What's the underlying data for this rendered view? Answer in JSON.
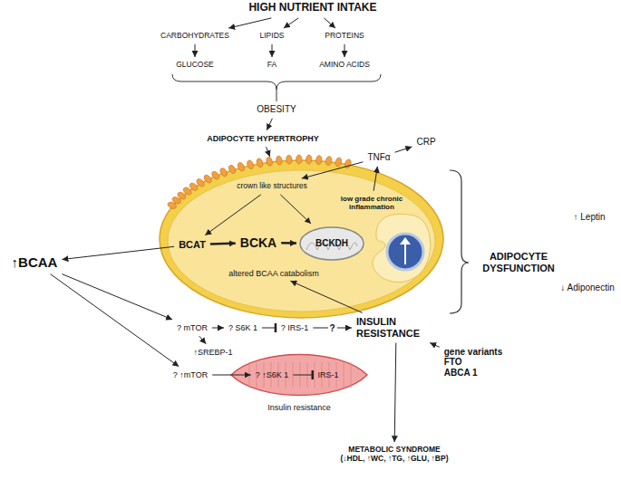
{
  "diagram": {
    "nodes": [
      {
        "text": [
          "HIGH NUTRIENT INTAKE"
        ]
      },
      {
        "text": [
          "CARBOHYDRATES"
        ]
      },
      {
        "text": [
          "LIPIDS"
        ]
      },
      {
        "text": [
          "PROTEINS"
        ]
      },
      {
        "text": [
          "GLUCOSE"
        ]
      },
      {
        "text": [
          "FA"
        ]
      },
      {
        "text": [
          "AMINO ACIDS"
        ]
      },
      {
        "text": [
          "OBESITY"
        ]
      },
      {
        "text": [
          "ADIPOCYTE HYPERTROPHY"
        ]
      },
      {
        "text": [
          "altered BCAA catabolism"
        ]
      },
      {
        "text": [
          "crown like structures"
        ],
        "in": 9
      },
      {
        "text": [
          "BCAT"
        ],
        "in": 9
      },
      {
        "text": [
          "BCKA"
        ],
        "in": 9
      },
      {
        "text": [
          "BCKDH"
        ],
        "in": 9
      },
      {
        "text": [
          "low grade chronic inflammation"
        ],
        "in": 9
      },
      {
        "text": [
          "INSULIN RESISTANCE"
        ]
      },
      {
        "text": [
          "? mTOR"
        ]
      },
      {
        "text": [
          "? S6K 1"
        ]
      },
      {
        "text": [
          "? IRS-1"
        ]
      },
      {
        "text": [
          "TNFα"
        ]
      },
      {
        "text": [
          "CRP"
        ]
      },
      {
        "text": [
          "↑BCAA"
        ]
      },
      {
        "text": [
          "↑SREBP-1"
        ]
      },
      {
        "text": [
          "Insulin resistance"
        ]
      },
      {
        "text": [
          "? ↑S6K 1"
        ],
        "in": 23
      },
      {
        "text": [
          "IRS-1"
        ],
        "in": 23
      },
      {
        "text": [
          "? ↑mTOR"
        ]
      },
      {
        "text": [
          "gene variants",
          "FTO",
          "ABCA 1"
        ]
      },
      {
        "text": [
          "METABOLIC SYNDROME",
          "(↓HDL, ↑WC, ↑TG, ↑GLU, ↑BP)"
        ]
      },
      {
        "text": [
          "ADIPOCYTE DYSFUNCTION"
        ]
      }
    ],
    "edges": [
      {
        "from": 0,
        "to": 1,
        "arrow": "to"
      },
      {
        "from": 0,
        "to": 2,
        "arrow": "to"
      },
      {
        "from": 0,
        "to": 3,
        "arrow": "to"
      },
      {
        "from": 1,
        "to": 4,
        "arrow": "to"
      },
      {
        "from": 2,
        "to": 5,
        "arrow": "to"
      },
      {
        "from": 3,
        "to": 6,
        "arrow": "to"
      },
      {
        "from": 7,
        "to": 8,
        "arrow": "to"
      },
      {
        "from": 8,
        "to": 9,
        "arrow": "to"
      },
      {
        "from": 10,
        "to": 11,
        "arrow": "to"
      },
      {
        "from": 10,
        "to": 13,
        "arrow": "to"
      },
      {
        "from": 11,
        "to": 12,
        "arrow": "to"
      },
      {
        "from": 12,
        "to": 13,
        "arrow": "to"
      },
      {
        "from": 14,
        "to": 19,
        "arrow": "to"
      },
      {
        "from": 19,
        "to": 20,
        "arrow": "to"
      },
      {
        "from": 19,
        "to": 10,
        "arrow": "to"
      },
      {
        "from": 11,
        "to": 21,
        "arrow": "to"
      },
      {
        "from": 21,
        "to": 16,
        "arrow": "to"
      },
      {
        "from": 21,
        "to": 26,
        "arrow": "to"
      },
      {
        "from": 16,
        "to": 17,
        "arrow": "to"
      },
      {
        "from": 17,
        "to": 18,
        "arrow": "to"
      },
      {
        "from": 18,
        "to": 15,
        "label": "?",
        "arrow": "to"
      },
      {
        "from": 16,
        "to": 22,
        "arrow": "to"
      },
      {
        "from": 26,
        "to": 24,
        "arrow": "to"
      },
      {
        "from": 24,
        "to": 25,
        "arrow": "to"
      },
      {
        "from": 27,
        "to": 15,
        "arrow": "to"
      },
      {
        "from": 15,
        "to": 28,
        "arrow": "to"
      },
      {
        "from": 15,
        "to": 9,
        "arrow": "to"
      }
    ],
    "labels": [
      "↑ Leptin",
      "↓ Adiponectin"
    ]
  }
}
